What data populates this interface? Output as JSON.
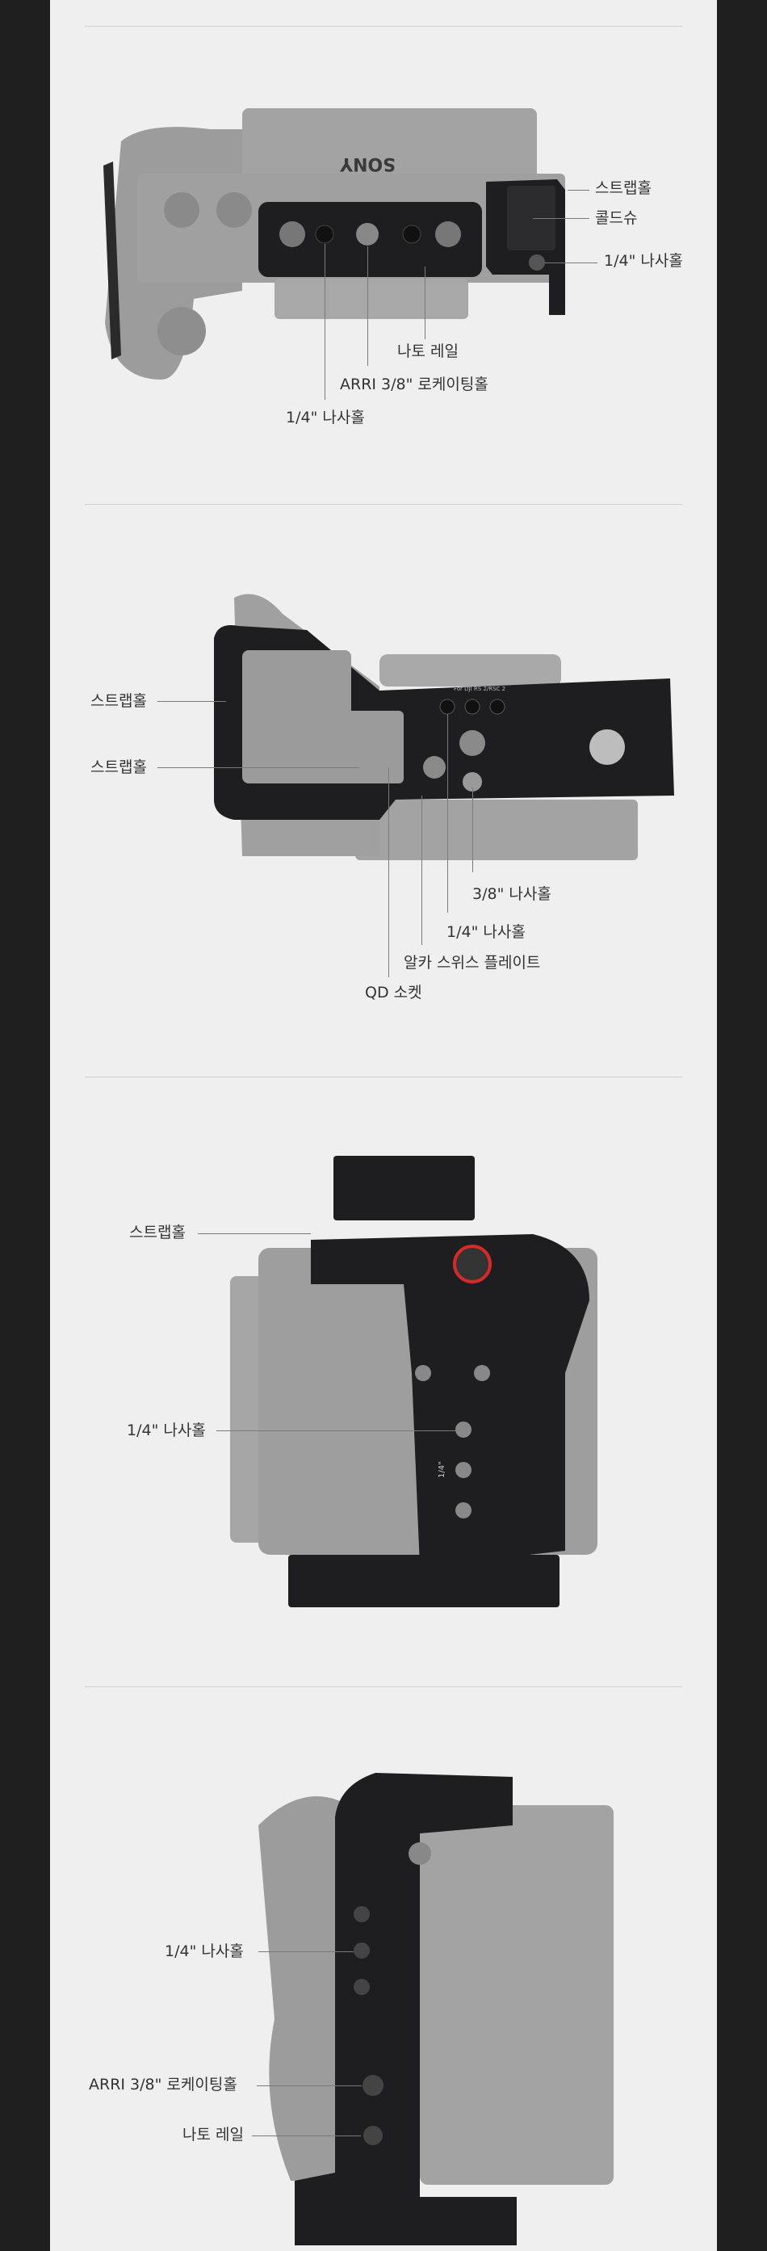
{
  "section1": {
    "labels": {
      "strap_hole": "스트랩홀",
      "cold_shoe": "콜드슈",
      "screw_hole_right": "1/4\" 나사홀",
      "nato_rail": "나토 레일",
      "arri_hole": "ARRI 3/8\" 로케이팅홀",
      "screw_hole_bottom": "1/4\" 나사홀"
    },
    "camera_brand": "SONY"
  },
  "section2": {
    "labels": {
      "strap_hole_top": "스트랩홀",
      "strap_hole_bottom": "스트랩홀",
      "screw_38": "3/8\" 나사홀",
      "screw_14": "1/4\" 나사홀",
      "arca_plate": "알카 스위스 플레이트",
      "qd_socket": "QD 소켓"
    },
    "plate_engraving": "For DJI RS 2/RSC 2"
  },
  "section3": {
    "labels": {
      "strap_hole": "스트랩홀",
      "screw_hole": "1/4\" 나사홀"
    },
    "grip_engraving": "1/4\""
  },
  "section4": {
    "labels": {
      "screw_hole": "1/4\" 나사홀",
      "arri_hole": "ARRI 3/8\" 로케이팅홀",
      "nato_rail": "나토 레일"
    }
  },
  "colors": {
    "cage": "#1e1e20",
    "camera": "#9a9a9a",
    "accent_ring": "#d42a2a"
  }
}
